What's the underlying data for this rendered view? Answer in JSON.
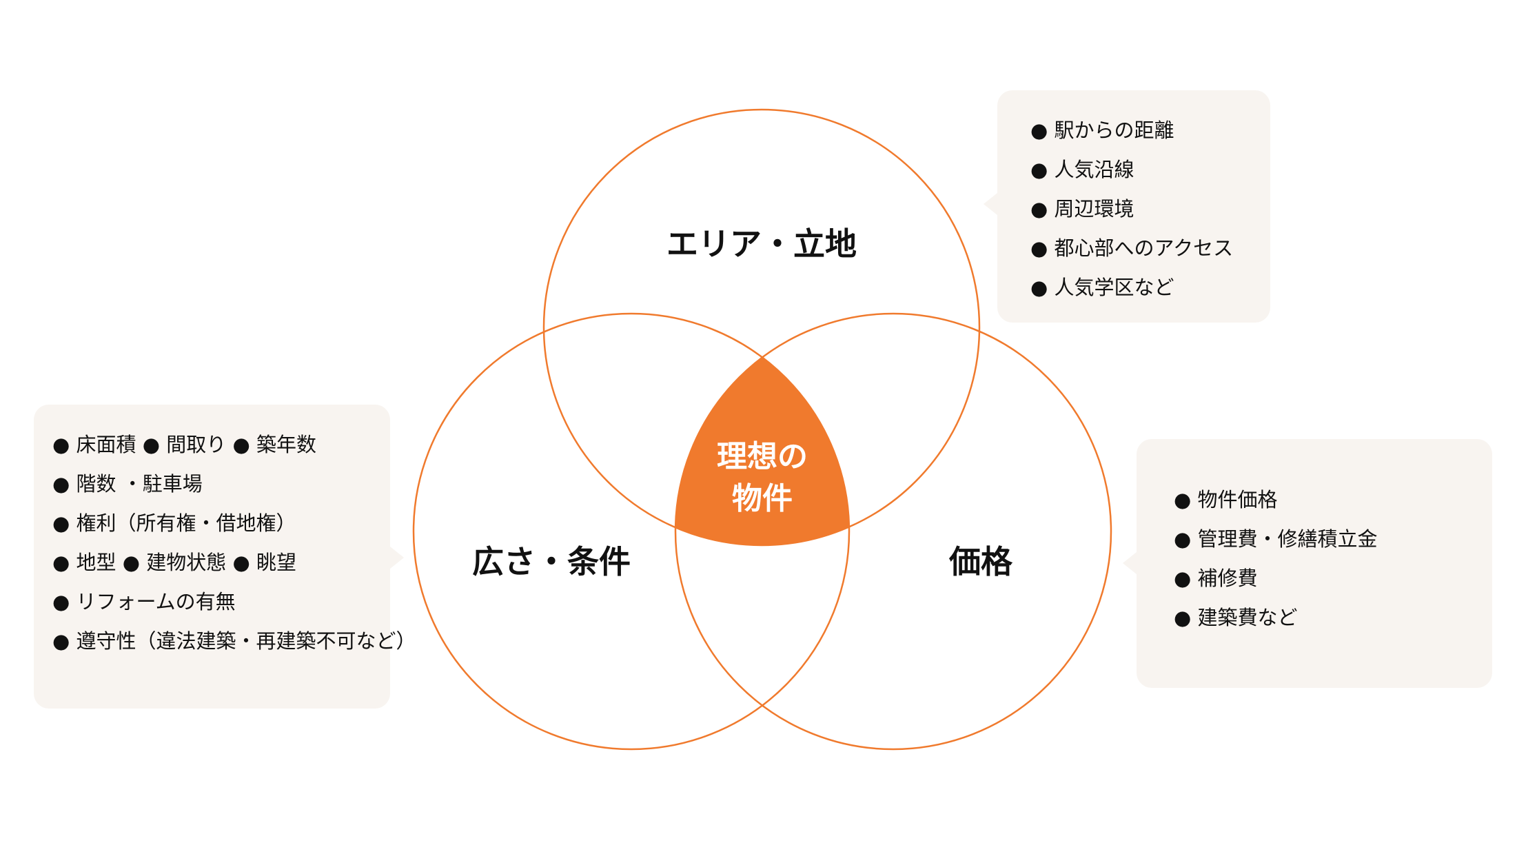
{
  "diagram": {
    "colors": {
      "accent": "#f07a2d",
      "circle_stroke": "#f07a2d",
      "box_background": "#f8f4f0",
      "center_text": "#ffffff"
    },
    "circles": {
      "area": {
        "label": "エリア・立地"
      },
      "size": {
        "label": "広さ・条件"
      },
      "price": {
        "label": "価格"
      }
    },
    "center": {
      "line1": "理想の",
      "line2": "物件"
    }
  },
  "boxes": {
    "area": {
      "items": [
        "● 駅からの距離",
        "● 人気沿線",
        "● 周辺環境",
        "● 都心部へのアクセス",
        "● 人気学区など"
      ]
    },
    "size": {
      "items": [
        "● 床面積 ● 間取り ● 築年数",
        "● 階数 ・駐車場",
        "● 権利（所有権・借地権）",
        "● 地型 ● 建物状態 ● 眺望",
        "● リフォームの有無",
        "● 遵守性（違法建築・再建築不可など）"
      ]
    },
    "price": {
      "items": [
        "● 物件価格",
        "● 管理費・修繕積立金",
        "● 補修費",
        "● 建築費など"
      ]
    }
  }
}
